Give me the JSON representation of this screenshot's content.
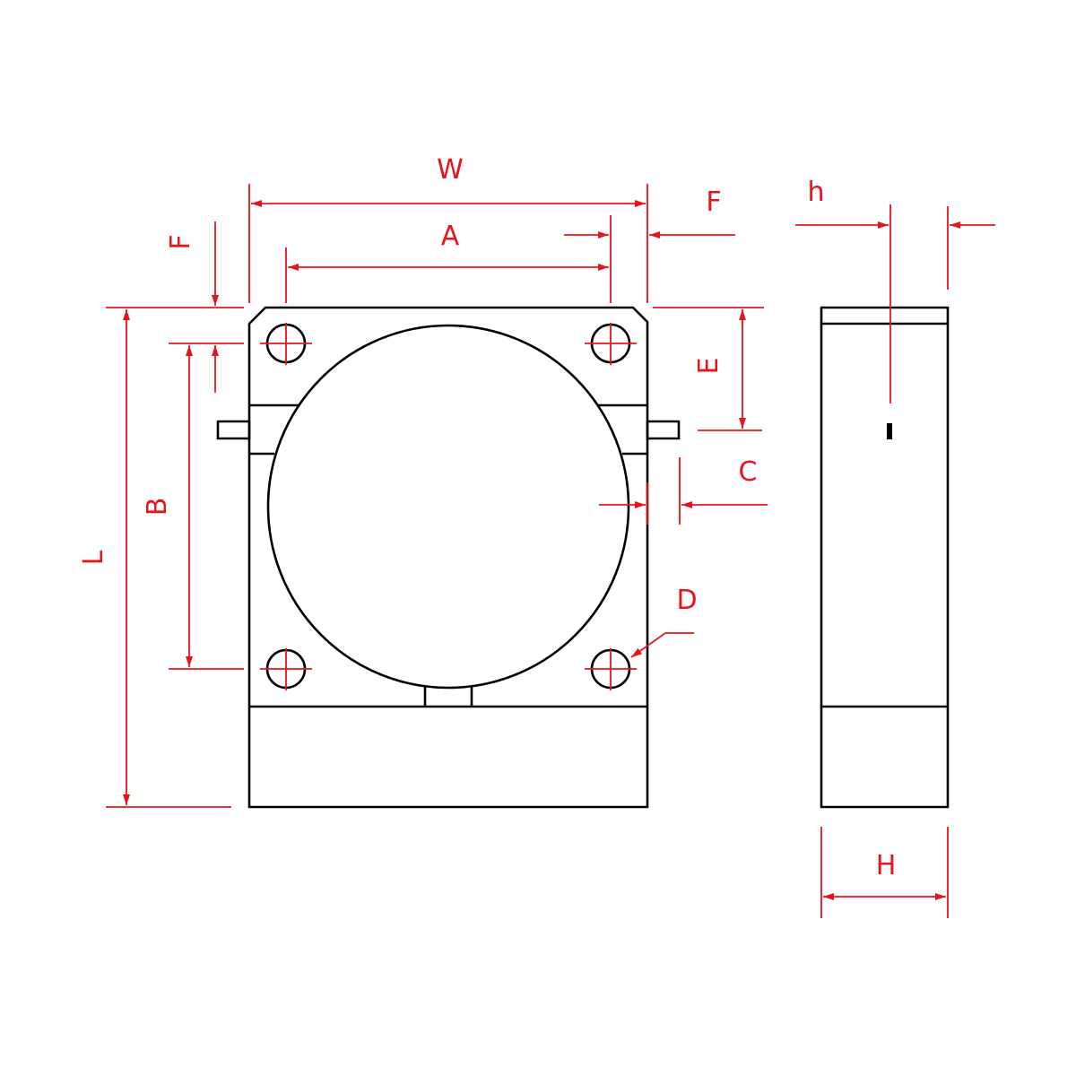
{
  "colors": {
    "outline": "#000000",
    "dimension": "#e8141b",
    "background": "#ffffff"
  },
  "labels": {
    "W": "W",
    "A": "A",
    "F_top_right": "F",
    "F_left": "F",
    "h": "h",
    "E": "E",
    "C": "C",
    "B": "B",
    "L": "L",
    "D": "D",
    "H": "H"
  }
}
